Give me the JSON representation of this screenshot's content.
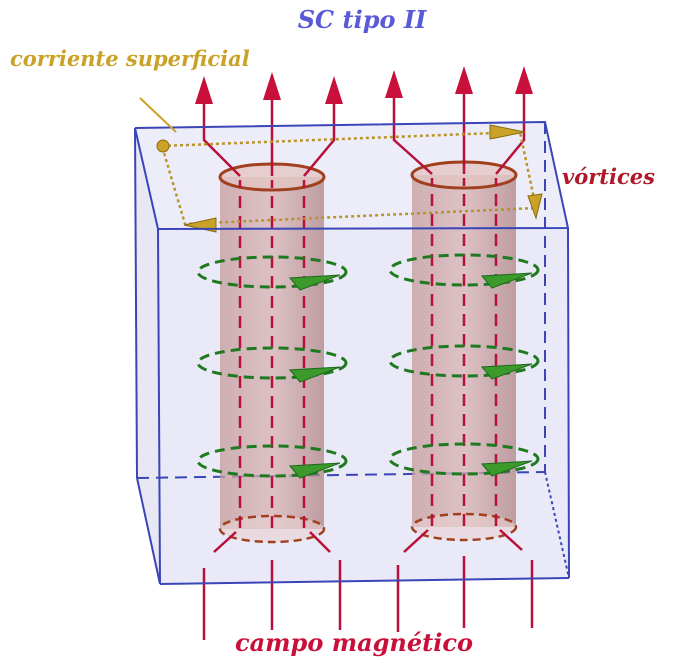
{
  "labels": {
    "title": "SC tipo II",
    "surface_current": "corriente superficial",
    "vortices": "vórtices",
    "magnetic_field": "campo magnético"
  },
  "colors": {
    "title": "#5a5ad8",
    "surface_current": "#c9a227",
    "vortices": "#b0182a",
    "magnetic_field": "#c8103a",
    "box_edge": "#3a46b8",
    "box_fill": "#dcdcf2",
    "vortex_core": "#b98a8a",
    "vortex_ring": "#a0401e",
    "field_line": "#b8103a",
    "current_loop": "#1f7a1f",
    "current_arrow": "#3c9a2a"
  },
  "icons": {
    "field_arrow": "arrow-up-icon",
    "current_arrow": "cone-arrow-icon",
    "surface_arrow": "cone-arrow-icon"
  }
}
